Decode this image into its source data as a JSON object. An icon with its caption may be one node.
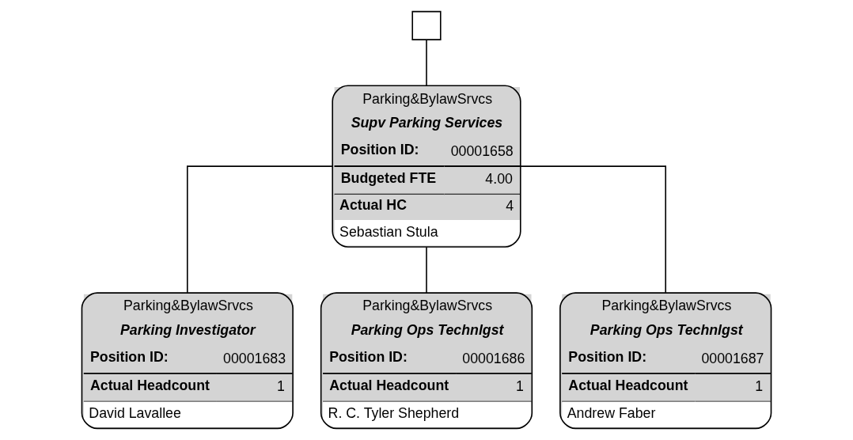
{
  "diagram": {
    "nodes": [
      {
        "text": [],
        "shape": "box"
      },
      {
        "text": [
          "Parking&BylawSrvcs",
          "Supv Parking Services",
          "Position ID:",
          "00001658",
          "Budgeted FTE",
          "4.00",
          "Actual HC",
          "4",
          "Sebastian Stula"
        ]
      },
      {
        "text": [
          "Parking&BylawSrvcs",
          "Parking Investigator",
          "Position ID:",
          "00001683",
          "Actual Headcount",
          "1",
          "David Lavallee"
        ]
      },
      {
        "text": [
          "Parking&BylawSrvcs",
          "Parking Ops Technlgst",
          "Position ID:",
          "00001686",
          "Actual Headcount",
          "1",
          "R. C. Tyler Shepherd"
        ]
      },
      {
        "text": [
          "Parking&BylawSrvcs",
          "Parking Ops Technlgst",
          "Position ID:",
          "00001687",
          "Actual Headcount",
          "1",
          "Andrew Faber"
        ]
      }
    ],
    "edges": [
      {
        "from": 0,
        "to": 1,
        "arrow": "none"
      },
      {
        "from": 1,
        "to": 2,
        "arrow": "none"
      },
      {
        "from": 1,
        "to": 3,
        "arrow": "none"
      },
      {
        "from": 1,
        "to": 4,
        "arrow": "none"
      }
    ]
  }
}
